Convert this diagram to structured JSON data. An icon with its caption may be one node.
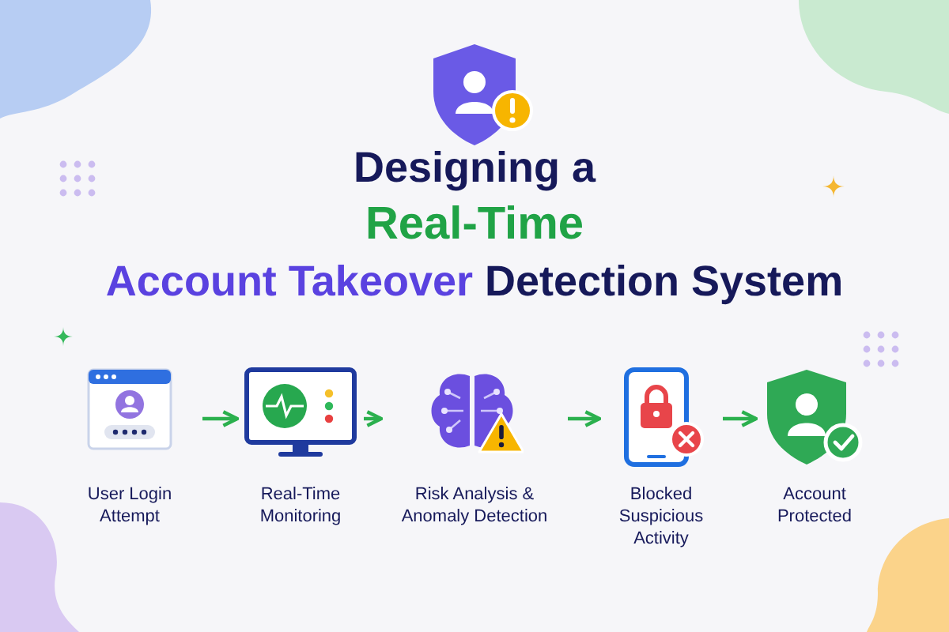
{
  "diagram": {
    "title": "Designing a *Real-Time* **Account Takeover** Detection System",
    "nodes": [
      {
        "text": [
          "User Login Attempt"
        ]
      },
      {
        "text": [
          "Real-Time Monitoring"
        ]
      },
      {
        "text": [
          "Risk Analysis & Anomaly Detection"
        ]
      },
      {
        "text": [
          "Blocked Suspicious Activity"
        ]
      },
      {
        "text": [
          "Account Protected"
        ]
      }
    ],
    "edges": [
      {
        "from": 0,
        "to": 1,
        "arrow": "to"
      },
      {
        "from": 1,
        "to": 2,
        "arrow": "to"
      },
      {
        "from": 2,
        "to": 3,
        "arrow": "to"
      },
      {
        "from": 3,
        "to": 4,
        "arrow": "to"
      }
    ]
  }
}
